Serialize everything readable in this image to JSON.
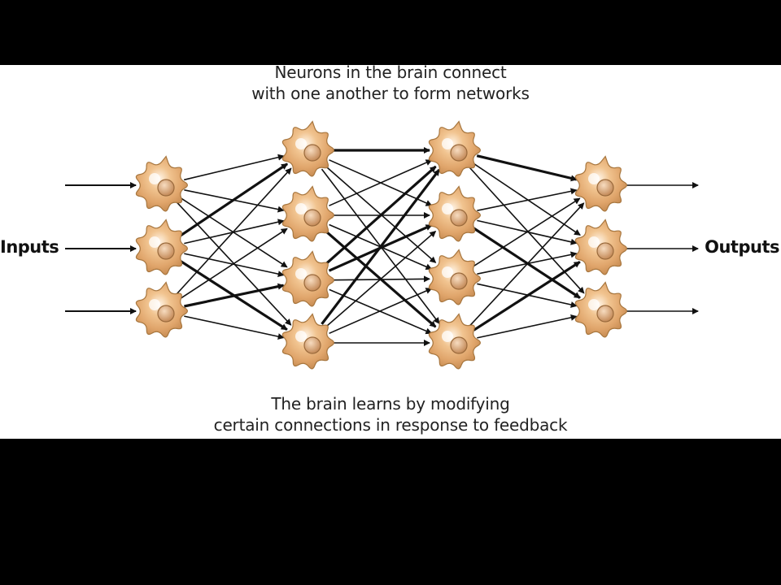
{
  "caption_top": {
    "line1": "Neurons in the brain connect",
    "line2": "with one another to form networks"
  },
  "caption_bottom": {
    "line1": "The brain learns by modifying",
    "line2": "certain connections in response to feedback"
  },
  "labels": {
    "inputs": "Inputs",
    "outputs": "Outputs"
  },
  "colors": {
    "background": "#000000",
    "panel": "#ffffff",
    "neuron_body": "#e8b27a",
    "neuron_edge": "#a8773f",
    "connection": "#111111"
  },
  "network": {
    "layers": [
      3,
      4,
      4,
      3
    ],
    "input_arrows": 3,
    "output_arrows": 3
  }
}
